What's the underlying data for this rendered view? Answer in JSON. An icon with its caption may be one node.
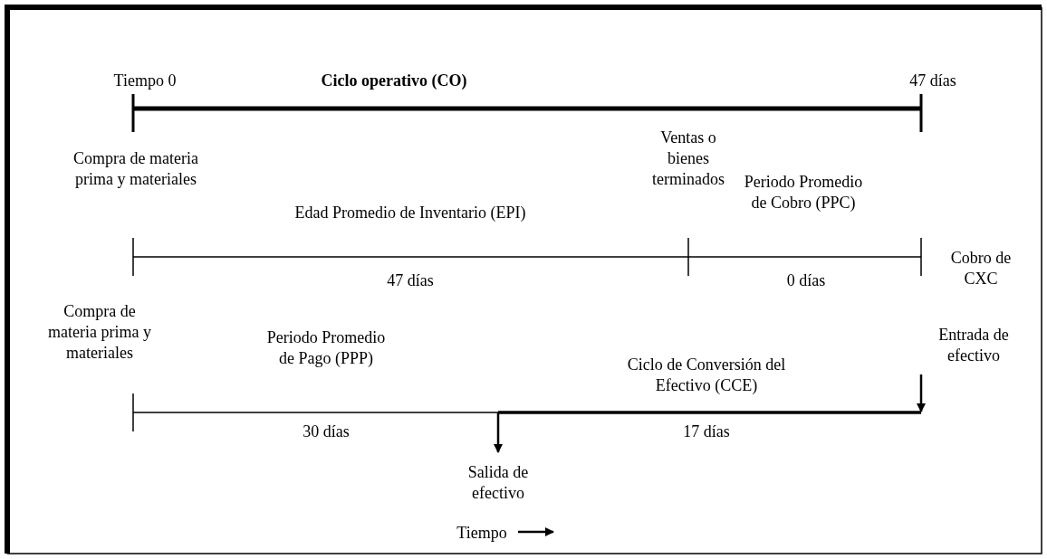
{
  "diagram": {
    "labels": [
      "Tiempo 0",
      "Ciclo operativo (CO)",
      "47 días",
      "Compra de materia prima y materiales",
      "Ventas o bienes terminados",
      "Periodo Promedio de Cobro (PPC)",
      "Edad Promedio de Inventario (EPI)",
      "Cobro de CXC",
      "47 días",
      "0 días",
      "Compra de materia prima y materiales",
      "Periodo Promedio de Pago (PPP)",
      "Entrada de efectivo",
      "Ciclo de Conversión del Efectivo (CCE)",
      "30 días",
      "17 días",
      "Salida de efectivo",
      "Tiempo"
    ]
  }
}
